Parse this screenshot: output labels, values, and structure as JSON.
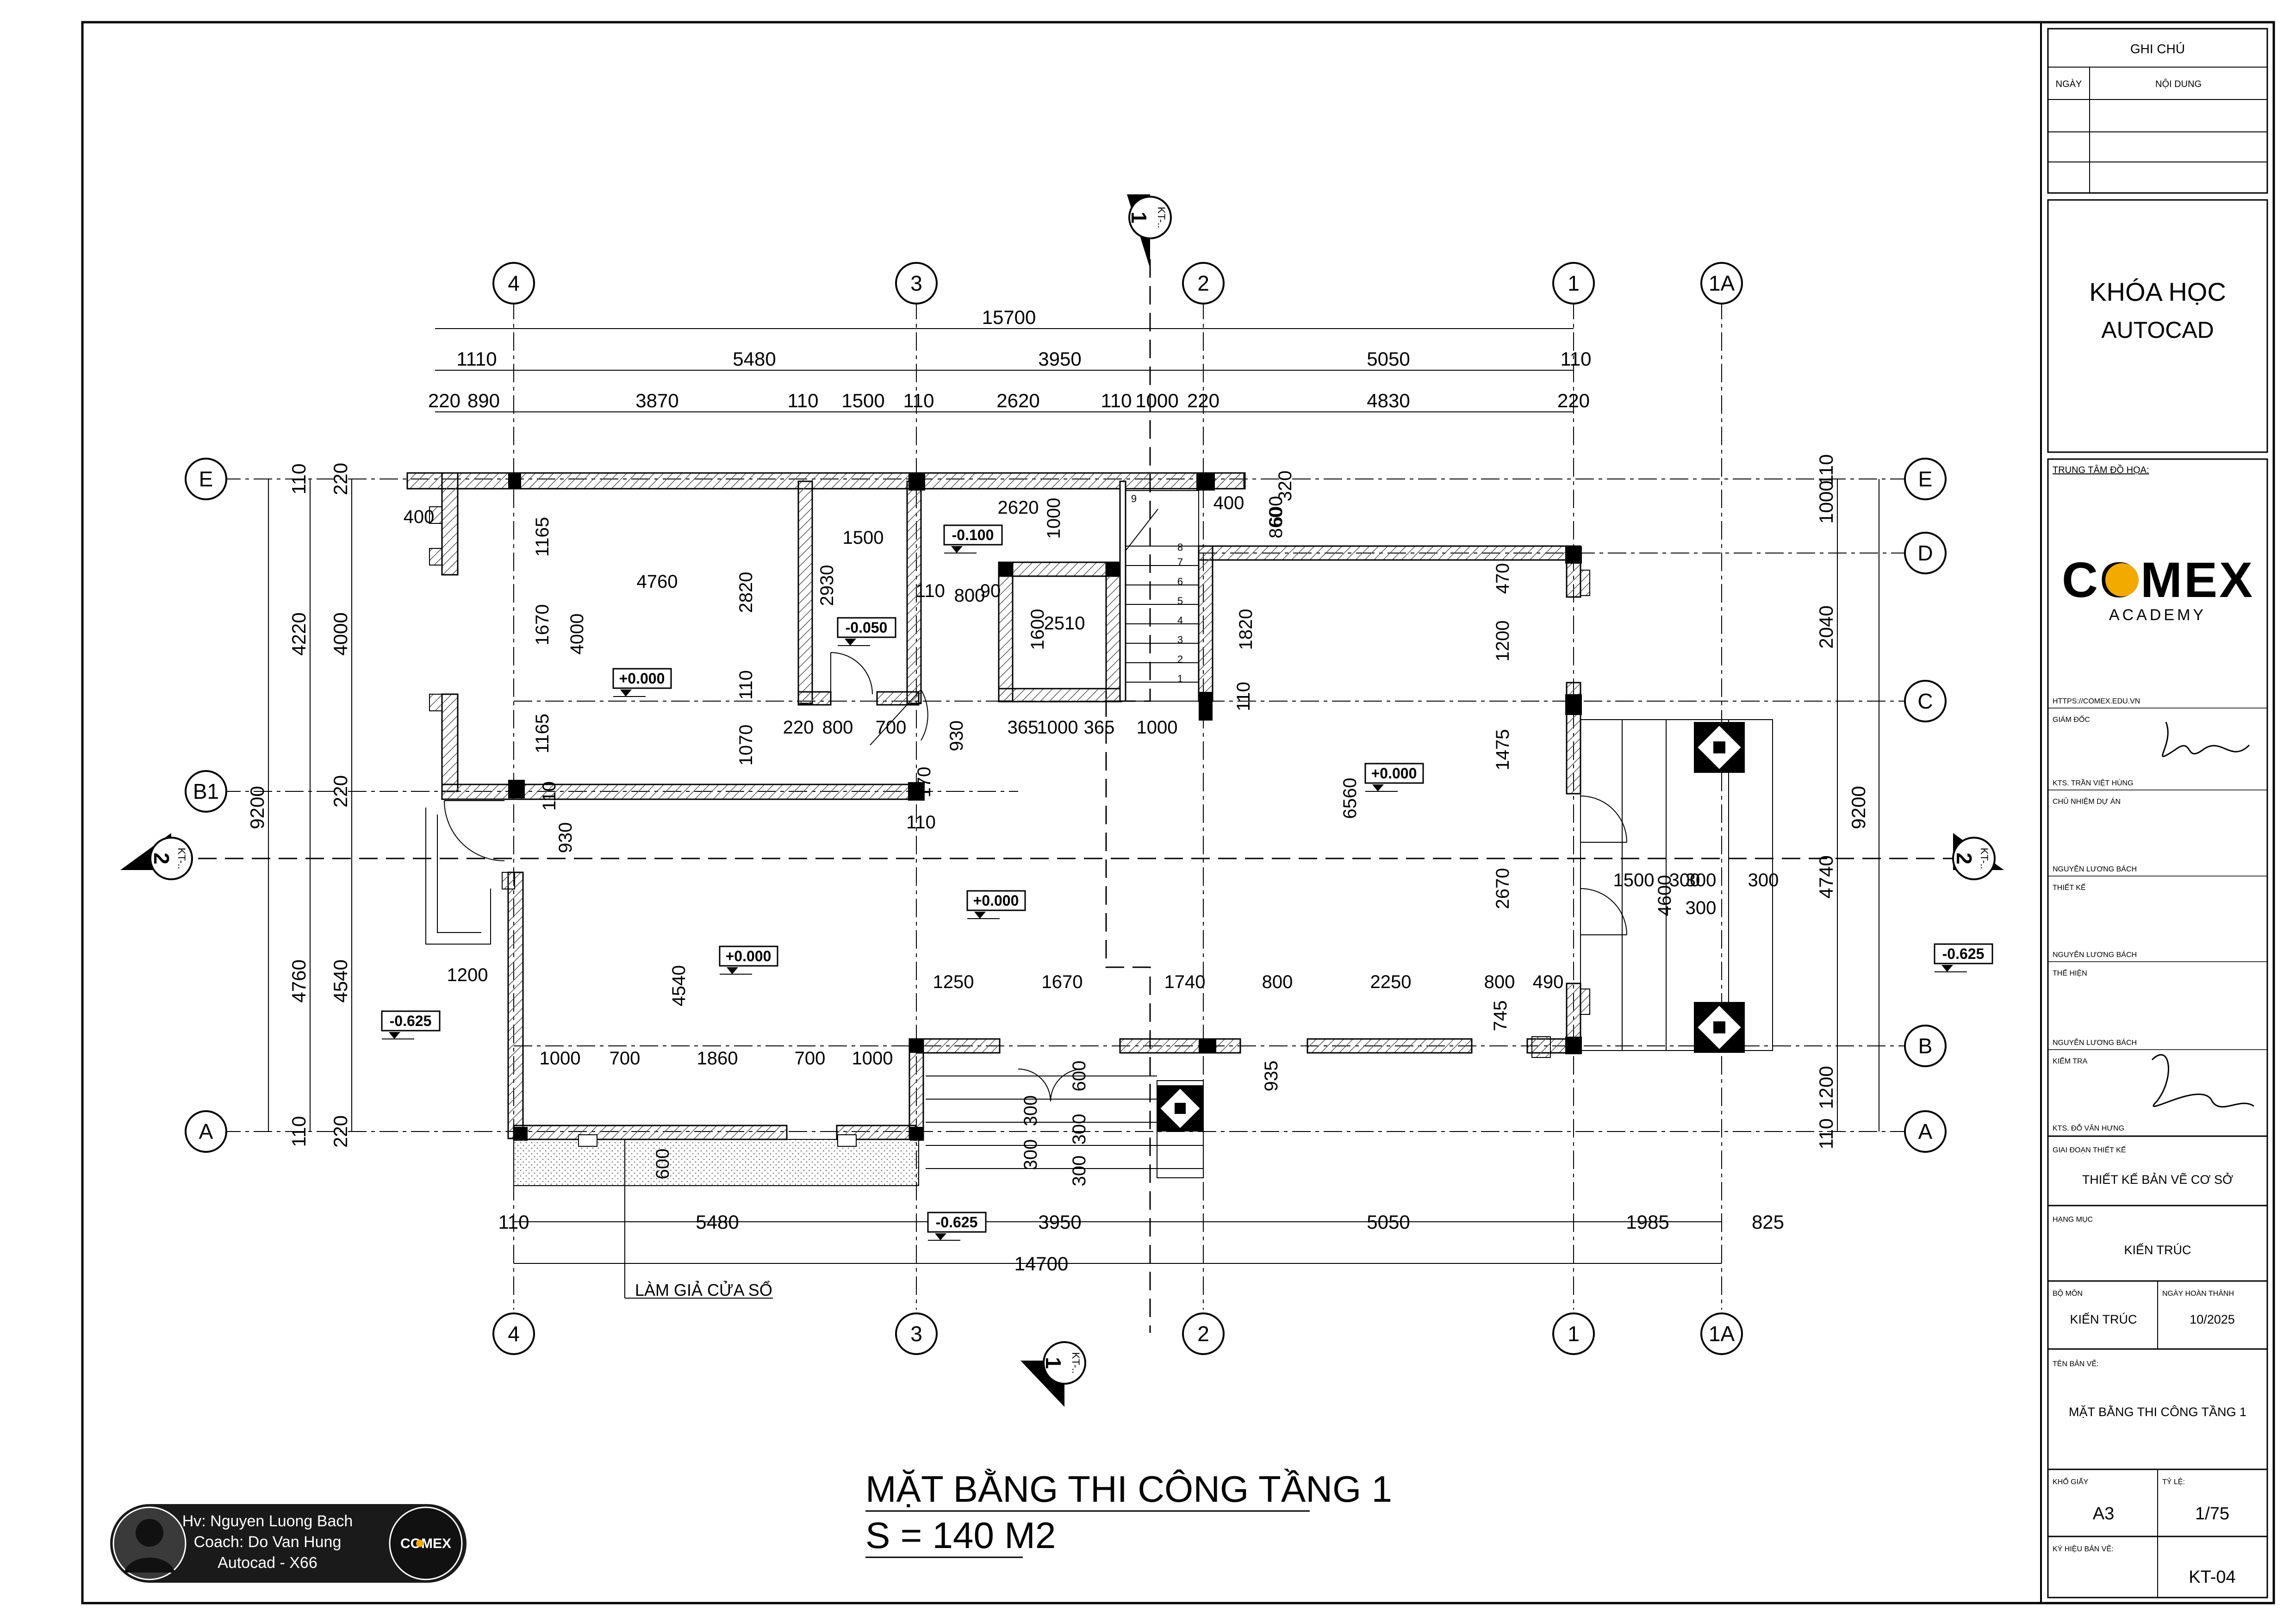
{
  "title_block": {
    "notes_header": "GHI CHÚ",
    "col_date": "NGÀY",
    "col_content": "NỘI DUNG",
    "course_line1": "KHÓA HỌC",
    "course_line2": "AUTOCAD",
    "center_label": "TRUNG TÂM ĐỒ HỌA:",
    "logo_word": "COMEX",
    "logo_sub": "ACADEMY",
    "website": "HTTPS://COMEX.EDU.VN",
    "director_label": "GIÁM ĐỐC",
    "director_name": "KTS. TRẦN VIỆT HÙNG",
    "pm_label": "CHỦ NHIỆM DỰ ÁN",
    "pm_name": "NGUYỄN LƯƠNG BÁCH",
    "design_label": "THIẾT KẾ",
    "design_name": "NGUYỄN LƯƠNG BÁCH",
    "draw_label": "THỂ HIỆN",
    "draw_name": "NGUYỄN LƯƠNG BÁCH",
    "check_label": "KIỂM TRA",
    "check_name": "KTS. ĐỖ VĂN HƯNG",
    "stage_label": "GIAI ĐOẠN THIẾT KẾ",
    "stage_value": "THIẾT KẾ BẢN VẼ CƠ SỞ",
    "item_label": "HẠNG MỤC",
    "item_value": "KIẾN TRÚC",
    "dept_label": "BỘ MÔN",
    "dept_value": "KIẾN TRÚC",
    "done_label": "NGÀY HOÀN THÀNH",
    "done_value": "10/2025",
    "drawing_name_label": "TÊN BẢN VẼ:",
    "drawing_name_value": "MẶT BẰNG THI CÔNG TẦNG 1",
    "paper_label": "KHỔ GIẤY",
    "paper_value": "A3",
    "scale_label": "TỶ LỆ:",
    "scale_value": "1/75",
    "code_label": "KÝ HIỆU BẢN VẼ:",
    "code_value": "KT-04"
  },
  "drawing": {
    "title": "MẶT BẰNG THI CÔNG TẦNG 1",
    "area": "S = 140 M2",
    "fake_window_note": "LÀM GIẢ CỬA SỔ",
    "section_tag": "KT-..",
    "section_1": "1",
    "section_2": "2",
    "grid_cols": [
      "4",
      "3",
      "2",
      "1",
      "1A"
    ],
    "grid_rows": [
      "E",
      "D",
      "C",
      "B1",
      "B",
      "A"
    ],
    "levels": [
      "+0.000",
      "-0.100",
      "-0.050",
      "-0.625"
    ],
    "top_dims": {
      "total": "15700",
      "row1": [
        "1110",
        "5480",
        "3950",
        "5050",
        "110"
      ],
      "row2": [
        "220",
        "890",
        "3870",
        "110",
        "1500",
        "110",
        "2620",
        "110",
        "1000",
        "220",
        "4830",
        "220"
      ]
    },
    "bottom_dims": {
      "total": "14700",
      "row1": [
        "110",
        "5480",
        "3950",
        "5050",
        "1985",
        "825"
      ]
    },
    "left_dims": {
      "total": "9200",
      "outer": [
        "4220",
        "4760"
      ],
      "inner": [
        "4000",
        "4540"
      ],
      "small": [
        "110",
        "220",
        "220",
        "220",
        "110"
      ]
    },
    "right_dims": {
      "total": "9200",
      "col": [
        "1000",
        "110",
        "2040",
        "4740",
        "1200",
        "110"
      ]
    },
    "interior_dims": [
      "400",
      "1165",
      "1670",
      "1165",
      "4760",
      "4000",
      "2820",
      "1070",
      "110",
      "1500",
      "2930",
      "220",
      "800",
      "700",
      "170",
      "930",
      "110",
      "2620",
      "1000",
      "110",
      "800",
      "90",
      "2510",
      "1600",
      "365",
      "1000",
      "365",
      "1000",
      "400",
      "600",
      "320",
      "860",
      "1820",
      "110",
      "470",
      "1200",
      "1475",
      "6560",
      "2670",
      "1500",
      "4600",
      "300",
      "300",
      "300",
      "300",
      "930",
      "110",
      "1200",
      "4540",
      "1000",
      "700",
      "1860",
      "700",
      "1000",
      "1250",
      "1670",
      "1740",
      "800",
      "2250",
      "800",
      "490",
      "745",
      "935",
      "600",
      "300",
      "300",
      "300",
      "300",
      "600"
    ],
    "stair_numbers": [
      "1",
      "2",
      "3",
      "4",
      "5",
      "6",
      "7",
      "8",
      "9"
    ]
  },
  "credit": {
    "line1": "Hv: Nguyen Luong Bach",
    "line2": "Coach: Do Van Hung",
    "line3": "Autocad - X66",
    "logo_word": "COMEX"
  },
  "colors": {
    "accent": "#f2a900",
    "line": "#000000",
    "hatch": "#777777",
    "credit_bg": "#1a1a1a"
  }
}
